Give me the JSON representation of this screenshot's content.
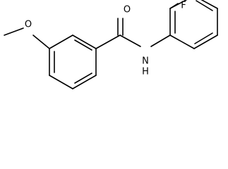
{
  "structure": {
    "atoms": {
      "methyl_carbon": "",
      "methoxy_oxygen": "O",
      "carbonyl_oxygen": "O",
      "amide_nitrogen": "N",
      "amide_hydrogen": "H",
      "fluorine": "F"
    }
  }
}
